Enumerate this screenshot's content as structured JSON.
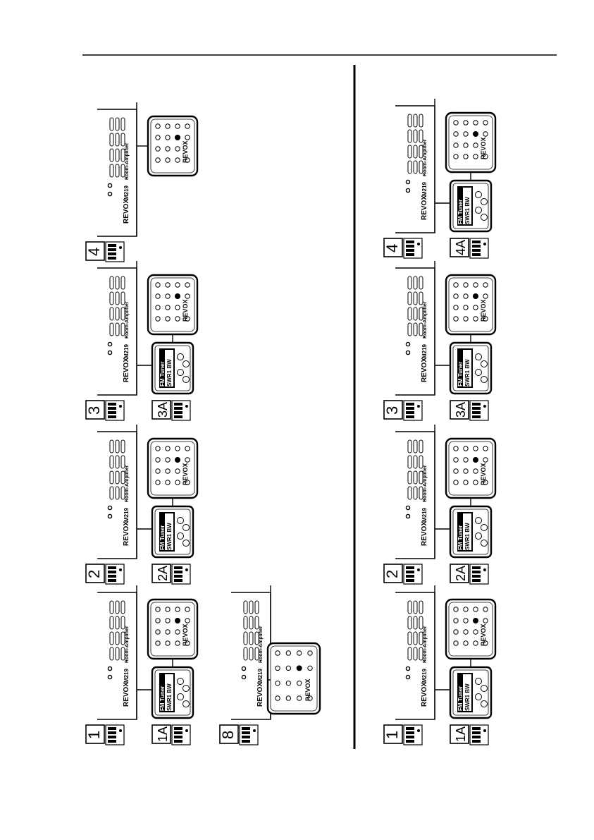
{
  "page": {
    "background": "#ffffff",
    "ink": "#000000"
  },
  "labels": {
    "brand": "REVOX",
    "model": "M219",
    "product": "Room-Amplifier",
    "tuner_line1": "FM Tuner",
    "tuner_line2": "SWR1 BW"
  },
  "configs": [
    {
      "id": "4",
      "has_tuner": false
    },
    {
      "id": "3",
      "has_tuner": true,
      "tuner_id": "3A"
    },
    {
      "id": "2",
      "has_tuner": true,
      "tuner_id": "2A"
    },
    {
      "id": "1",
      "has_tuner": true,
      "tuner_id": "1A"
    },
    {
      "id": "8",
      "has_tuner": false
    },
    {
      "id": "4",
      "has_tuner": true,
      "tuner_id": "4A"
    },
    {
      "id": "3",
      "has_tuner": true,
      "tuner_id": "3A"
    },
    {
      "id": "2",
      "has_tuner": true,
      "tuner_id": "2A"
    },
    {
      "id": "1",
      "has_tuner": true,
      "tuner_id": "1A"
    }
  ]
}
